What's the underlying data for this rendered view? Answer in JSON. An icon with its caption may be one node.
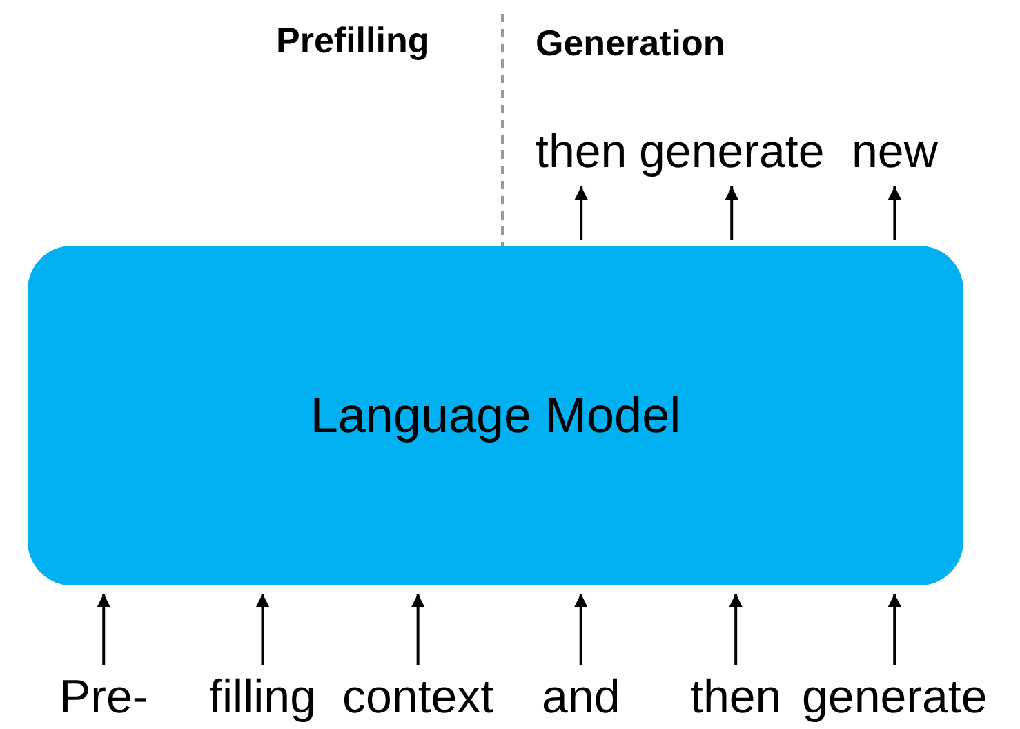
{
  "diagram": {
    "nodes": [
      {
        "text": [
          "Language Model"
        ]
      },
      {
        "text": [
          "Pre-"
        ]
      },
      {
        "text": [
          "filling"
        ]
      },
      {
        "text": [
          "context"
        ]
      },
      {
        "text": [
          "and"
        ]
      },
      {
        "text": [
          "then"
        ]
      },
      {
        "text": [
          "generate"
        ]
      },
      {
        "text": [
          "then"
        ]
      },
      {
        "text": [
          "generate"
        ]
      },
      {
        "text": [
          "new"
        ]
      }
    ],
    "edges": [
      {
        "from": 1,
        "to": 0,
        "arrow": "to"
      },
      {
        "from": 2,
        "to": 0,
        "arrow": "to"
      },
      {
        "from": 3,
        "to": 0,
        "arrow": "to"
      },
      {
        "from": 4,
        "to": 0,
        "arrow": "to"
      },
      {
        "from": 5,
        "to": 0,
        "arrow": "to"
      },
      {
        "from": 6,
        "to": 0,
        "arrow": "to"
      },
      {
        "from": 0,
        "to": 7,
        "arrow": "to"
      },
      {
        "from": 0,
        "to": 8,
        "arrow": "to"
      },
      {
        "from": 0,
        "to": 9,
        "arrow": "to"
      }
    ],
    "labels": [
      "Prefilling",
      "Generation"
    ]
  }
}
